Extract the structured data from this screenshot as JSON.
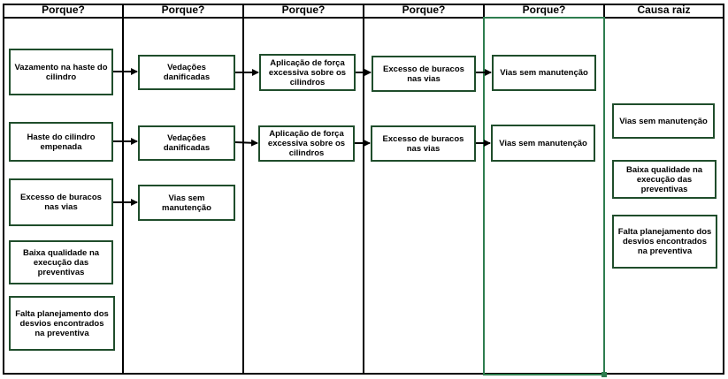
{
  "columns": [
    "Porque?",
    "Porque?",
    "Porque?",
    "Porque?",
    "Porque?",
    "Causa raiz"
  ],
  "rows": [
    {
      "cause": "Vazamento na haste do cilindro",
      "why2": "Vedações danificadas",
      "why3": "Aplicação de força excessiva sobre os cilindros",
      "why4": "Excesso de buracos nas vias",
      "why5": "Vias sem manutenção"
    },
    {
      "cause": "Haste do cilindro empenada",
      "why2": "Vedações danificadas",
      "why3": "Aplicação de força excessiva sobre os cilindros",
      "why4": "Excesso de buracos nas vias",
      "why5": "Vias sem manutenção"
    },
    {
      "cause": "Excesso de buracos nas vias",
      "why2": "Vias sem manutenção"
    },
    {
      "cause": "Baixa qualidade na execução das preventivas"
    },
    {
      "cause": "Falta planejamento dos desvios encontrados na preventiva"
    }
  ],
  "root_causes": [
    "Vias sem manutenção",
    "Baixa qualidade na execução das preventivas",
    "Falta planejamento dos desvios encontrados na preventiva"
  ]
}
